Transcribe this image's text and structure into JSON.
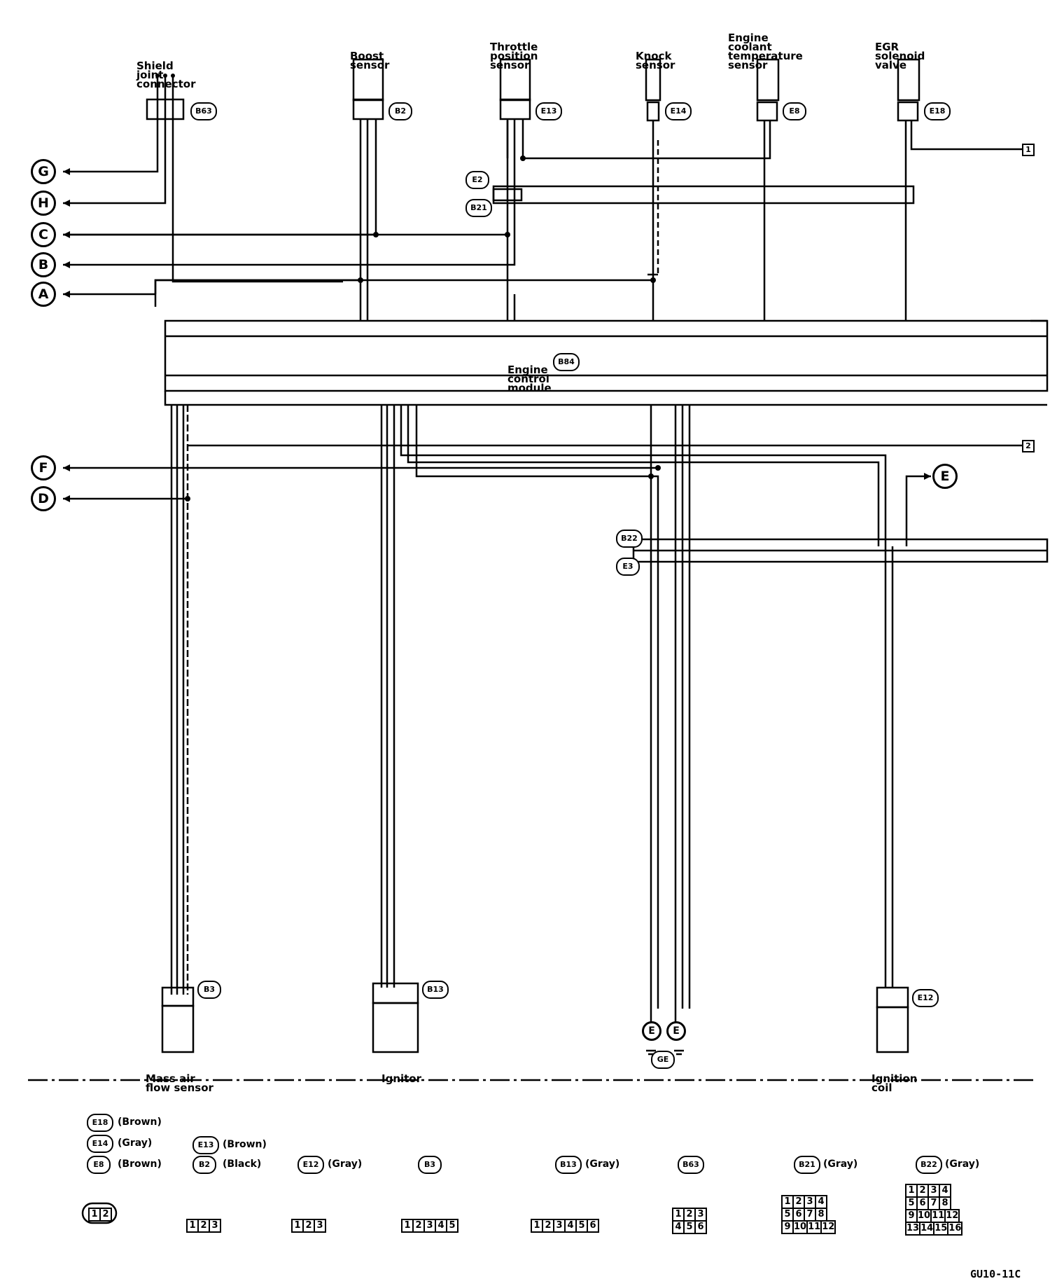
{
  "components": {
    "shield": [
      "Shield",
      "joint",
      "connector"
    ],
    "boost": [
      "Boost",
      "sensor"
    ],
    "throttle": [
      "Throttle",
      "position",
      "sensor"
    ],
    "knock": [
      "Knock",
      "sensor"
    ],
    "coolant": [
      "Engine",
      "coolant",
      "temperature",
      "sensor"
    ],
    "egr": [
      "EGR",
      "solenoid",
      "valve"
    ],
    "ecm": [
      "Engine",
      "control",
      "module"
    ],
    "maf": [
      "Mass air",
      "flow sensor"
    ],
    "ignitor": [
      "Ignitor"
    ],
    "coil": [
      "Ignition",
      "coil"
    ]
  },
  "connector_tags": {
    "shield": "B63",
    "boost": "B2",
    "throttle": "E13",
    "knock": "E14",
    "coolant": "E8",
    "egr": "E18",
    "e2": "E2",
    "b21": "B21",
    "ecm": "B84",
    "b22": "B22",
    "e3": "E3",
    "maf": "B3",
    "ignitor": "B13",
    "coil": "E12",
    "ground": "GE"
  },
  "terminals": {
    "g": "G",
    "h": "H",
    "c": "C",
    "b": "B",
    "a": "A",
    "f": "F",
    "d": "D",
    "e": "E",
    "ground1": "E",
    "ground2": "E"
  },
  "offpage": {
    "p1": "1",
    "p2": "2"
  },
  "legend": {
    "e18": {
      "tag": "E18",
      "color": "(Brown)"
    },
    "e14": {
      "tag": "E14",
      "color": "(Gray)"
    },
    "e8": {
      "tag": "E8",
      "color": "(Brown)"
    },
    "e13": {
      "tag": "E13",
      "color": "(Brown)"
    },
    "b2": {
      "tag": "B2",
      "color": "(Black)"
    },
    "e12": {
      "tag": "E12",
      "color": "(Gray)"
    },
    "b3": {
      "tag": "B3",
      "color": ""
    },
    "b13": {
      "tag": "B13",
      "color": "(Gray)"
    },
    "b63": {
      "tag": "B63",
      "color": ""
    },
    "b21": {
      "tag": "B21",
      "color": "(Gray)"
    },
    "b22": {
      "tag": "B22",
      "color": "(Gray)"
    }
  },
  "connector_faces": {
    "two": [
      [
        "1",
        "2"
      ]
    ],
    "three_a": [
      [
        "1",
        "2",
        "3"
      ]
    ],
    "three_b": [
      [
        "1",
        "2",
        "3"
      ]
    ],
    "five": [
      [
        "1",
        "2",
        "3",
        "4",
        "5"
      ]
    ],
    "six": [
      [
        "1",
        "2",
        "3",
        "4",
        "5",
        "6"
      ]
    ],
    "b63": [
      [
        "1",
        "2",
        "3"
      ],
      [
        "4",
        "5",
        "6"
      ]
    ],
    "b21": [
      [
        "1",
        "2",
        "3",
        "4"
      ],
      [
        "5",
        "6",
        "7",
        "8"
      ],
      [
        "9",
        "10",
        "11",
        "12"
      ]
    ],
    "b22": [
      [
        "1",
        "2",
        "3",
        "4"
      ],
      [
        "5",
        "6",
        "7",
        "8"
      ],
      [
        "9",
        "10",
        "11",
        "12"
      ],
      [
        "13",
        "14",
        "15",
        "16"
      ]
    ]
  },
  "page_code": "GU10-11C"
}
